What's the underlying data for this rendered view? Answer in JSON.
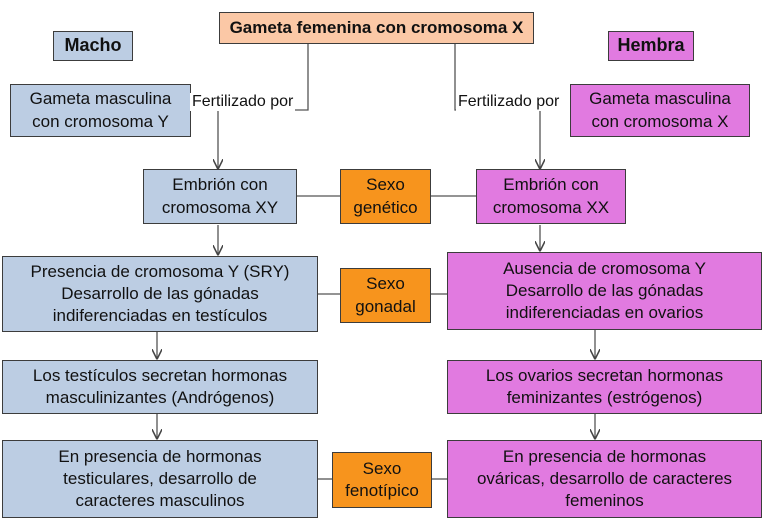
{
  "header": {
    "top_box": "Gameta femenina con cromosoma X"
  },
  "male": {
    "label": "Macho",
    "gamete": "Gameta masculina\ncon cromosoma Y",
    "fertilized": "Fertilizado por",
    "embryo": "Embrión con\ncromosoma XY",
    "presence": "Presencia de cromosoma Y (SRY)\nDesarrollo de las gónadas\nindiferenciadas en testículos",
    "hormones": "Los testículos secretan hormonas\nmasculinizantes (Andrógenos)",
    "characters": "En presencia de hormonas\ntesticulares, desarrollo de\ncaracteres masculinos"
  },
  "female": {
    "label": "Hembra",
    "gamete": "Gameta masculina\ncon cromosoma X",
    "fertilized": "Fertilizado por",
    "embryo": "Embrión con\ncromosoma XX",
    "absence": "Ausencia de cromosoma Y\nDesarrollo de las gónadas\nindiferenciadas en ovarios",
    "hormones": "Los ovarios secretan hormonas\nfeminizantes (estrógenos)",
    "characters": "En presencia de hormonas\nováricas, desarrollo de caracteres\nfemeninos"
  },
  "center": {
    "genetic": "Sexo\ngenético",
    "gonadal": "Sexo\ngonadal",
    "phenotypic": "Sexo\nfenotípico"
  },
  "colors": {
    "male_box": "#bccde3",
    "female_box": "#e17ae0",
    "center_box": "#f7941d",
    "top_box": "#fbc8a6"
  }
}
